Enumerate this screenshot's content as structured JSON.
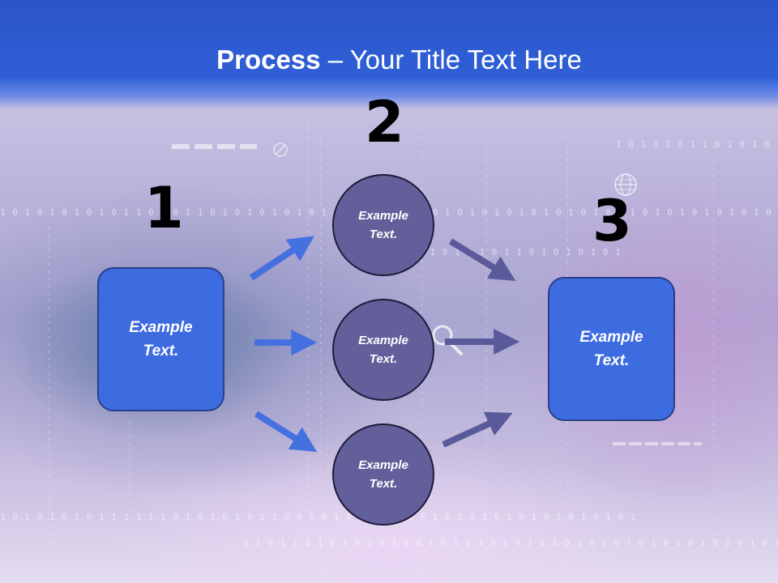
{
  "title": {
    "bold": "Process",
    "rest": " – Your Title Text Here"
  },
  "steps": [
    {
      "number": "1",
      "label": "Example Text."
    },
    {
      "number": "2",
      "labels": [
        "Example Text.",
        "Example Text.",
        "Example Text."
      ]
    },
    {
      "number": "3",
      "label": "Example Text."
    }
  ],
  "background_text": {
    "row1": "1 0 1 0 1 0 1 0 1 0 1 1 0 1 0 1 1 0 1 0 1 0 1 0 1 0 1 0 1 0 1 0 1 0 1 0 1 0 1 0 1 0 1 0 1 0 1 0 1 0 1 1 0 1 0 1 0 1 0 1 0 1 0 1 0",
    "row2": "1 0 1 0 1 0 1 0 1 1 1 1 1 1 0 1 0 1 0 1 0 1 1 0 0 1 0 1 0 1 0 1 0 1 0 1 0 1 0 1 0 1 0 1 0 1 0 1 0 1 0 1",
    "row3": "1 1 0 1 1 0 1 0 1 0 1 0 1 1 0 1 0 1 0 1 0 1 0 1 0 1 0 1 0 1 0 1 0 1 0 1 0 1 0 1 0 1 0 1 1 1 1 1 0 1 0",
    "row4": "1 0 1 0 1 0 1 1 0 1 0 1 0 1 1 0",
    "row5": "1 1 1 0 1 0 1 0 1 1 0 1 0 1 0 1 0 1"
  },
  "colors": {
    "header": "#2f5fd6",
    "box": "#3d6be0",
    "circle": "#625f9a",
    "arrow_blue": "#4470e0",
    "arrow_purple": "#5a5a9a"
  }
}
